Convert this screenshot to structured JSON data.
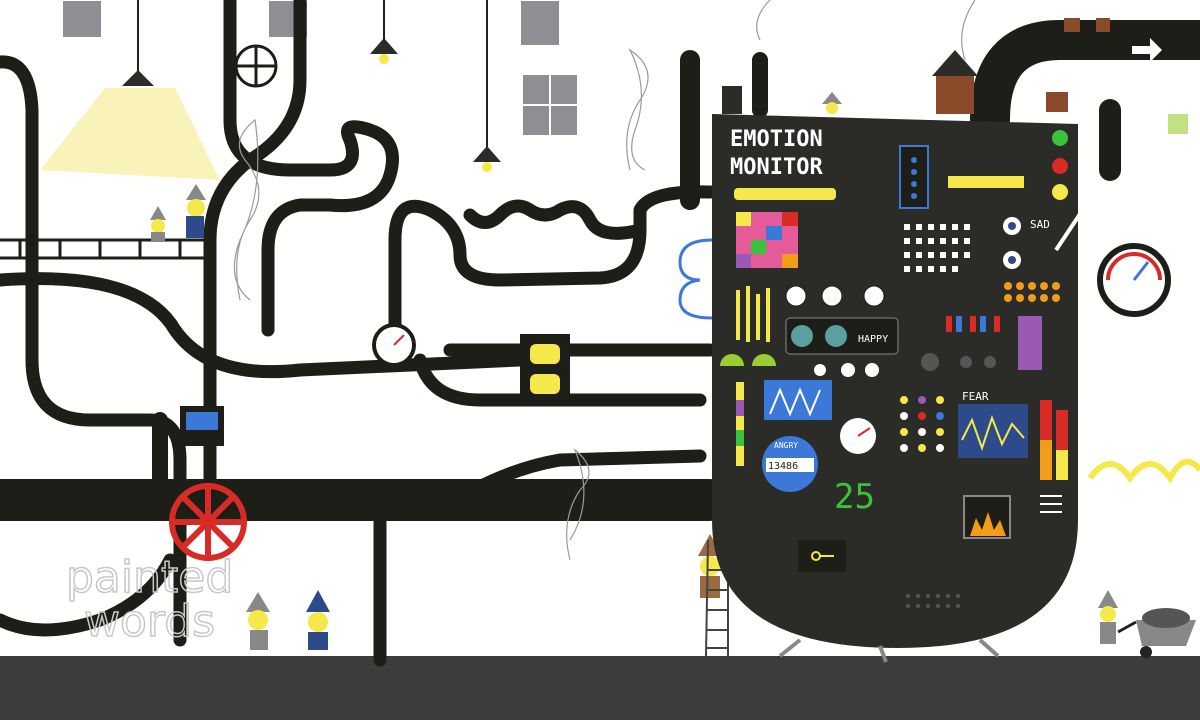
{
  "machine": {
    "title_line1": "EMOTION",
    "title_line2": "MONITOR",
    "label_sad": "SAD",
    "label_happy": "HAPPY",
    "label_fear": "FEAR",
    "label_angry": "ANGRY",
    "counter_value": "13486",
    "display_value": "25"
  },
  "watermark": {
    "line1": "painted",
    "line2": "words"
  },
  "colors": {
    "pipe": "#1e1e18",
    "machine_body": "#2b2b28",
    "valve_red": "#d92b25",
    "lamp_yellow": "#f5e84a",
    "ground": "#3c3c3a",
    "window_grey": "#8e8e94",
    "gauge_blue": "#3b78d8"
  },
  "icons": {
    "arrow": "right-arrow-icon",
    "key": "key-icon",
    "fire": "fire-icon"
  }
}
